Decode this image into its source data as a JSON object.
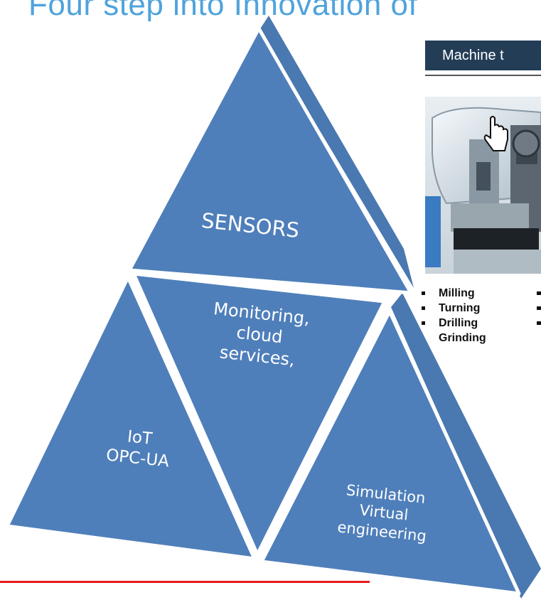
{
  "slide_title": "Four step into Innovation of",
  "panel": {
    "header": "Machine t",
    "operations": [
      "Milling",
      "Turning",
      "Drilling",
      "Grinding"
    ]
  },
  "pyramid": {
    "top": "SENSORS",
    "middle": [
      "Monitoring,",
      "cloud",
      "services,"
    ],
    "left": [
      "IoT",
      "OPC-UA"
    ],
    "right": [
      "Simulation",
      "Virtual",
      "engineering"
    ]
  },
  "colors": {
    "title": "#4fa3dc",
    "pyramid_fill": "#4f7fba",
    "pyramid_side": "#4a78b0",
    "panel_header": "#233d57",
    "accent_line": "#e41c1c"
  },
  "icons": [
    "hand-cursor-icon"
  ]
}
